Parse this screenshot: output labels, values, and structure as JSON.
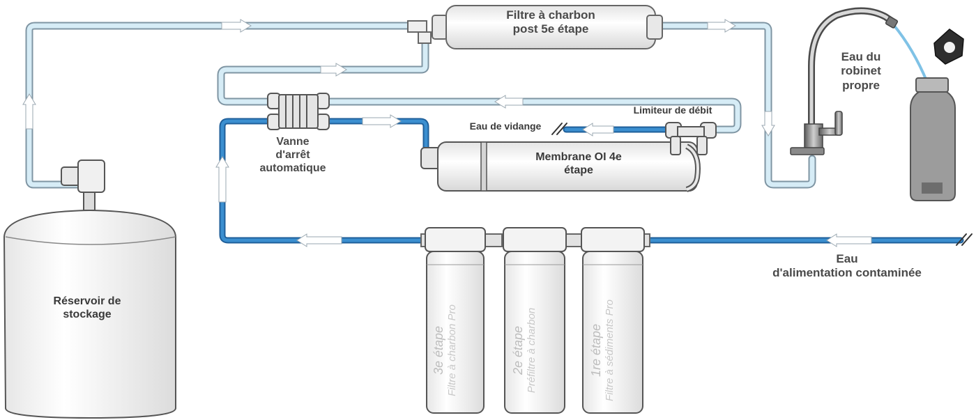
{
  "labels": {
    "post_carbon_filter": [
      "Filtre à charbon",
      "post 5e étape"
    ],
    "tap_water": [
      "Eau du",
      "robinet",
      "propre"
    ],
    "flow_limiter": "Limiteur de débit",
    "drain_water": "Eau de vidange",
    "shutoff_valve": [
      "Vanne",
      "d'arrêt",
      "automatique"
    ],
    "ro_membrane": [
      "Membrane OI 4e",
      "étape"
    ],
    "storage_tank": [
      "Réservoir de",
      "stockage"
    ],
    "feed_water": [
      "Eau",
      "d'alimentation contaminée"
    ]
  },
  "cartridges": [
    {
      "stage": "3e étape",
      "name": "Filtre à charbon Pro"
    },
    {
      "stage": "2e étape",
      "name": "Préfiltre à charbon"
    },
    {
      "stage": "1re étape",
      "name": "Filtre à sédiments Pro"
    }
  ],
  "colors": {
    "pure_water": "#cfe7f3",
    "feed_water": "#2d7fc4",
    "tube_outline": "#8a9aa6",
    "equipment_outline": "#6b6b6b",
    "label_text": "#4a4a4a"
  }
}
